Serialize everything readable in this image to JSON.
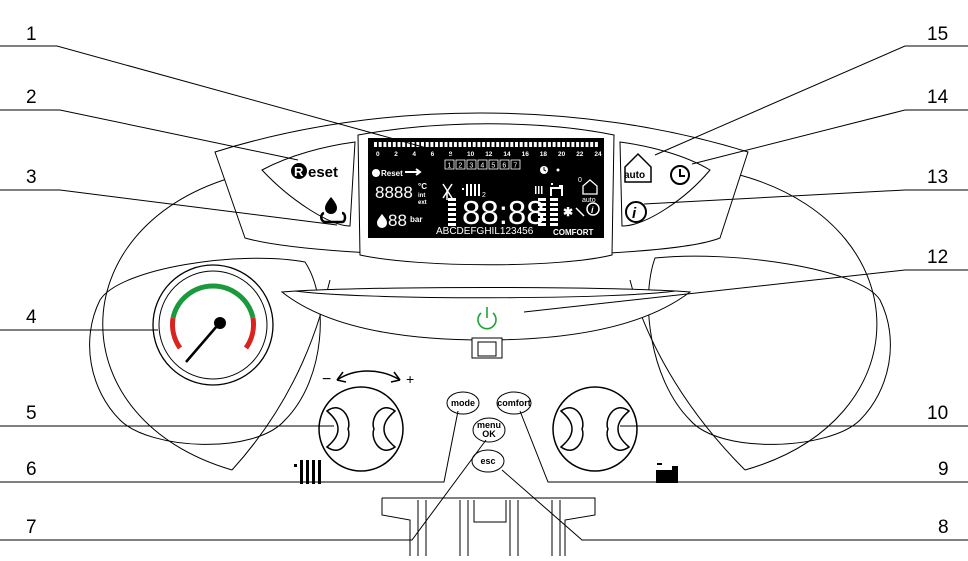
{
  "callouts": {
    "n1": "1",
    "n2": "2",
    "n3": "3",
    "n4": "4",
    "n5": "5",
    "n6": "6",
    "n7": "7",
    "n8": "8",
    "n9": "9",
    "n10": "10",
    "n12": "12",
    "n13": "13",
    "n14": "14",
    "n15": "15"
  },
  "left_panel": {
    "reset_label": "Reset",
    "reset_r": "R",
    "reset_rest": "eset"
  },
  "lcd": {
    "hours": [
      "0",
      "2",
      "4",
      "6",
      "8",
      "10",
      "12",
      "14",
      "16",
      "18",
      "20",
      "22",
      "24"
    ],
    "reset": "Reset",
    "days": [
      "1",
      "2",
      "3",
      "4",
      "5",
      "6",
      "7"
    ],
    "small_digits": "8888",
    "unit_c": "°C",
    "int_label": "int",
    "ext_label": "ext",
    "pressure_digits": "88",
    "bar_label": "bar",
    "big_digits": "88:88",
    "text_line": "ABCDEFGHIL123456",
    "comfort_label": "COMFORT",
    "auto_label": "auto",
    "radiator_sub": "2",
    "zero": "0",
    "info": "i"
  },
  "right_panel": {
    "auto_label": "auto",
    "info": "i"
  },
  "knob_left": {
    "minus": "−",
    "plus": "+"
  },
  "buttons": {
    "mode": "mode",
    "comfort": "comfort",
    "menu_top": "menu",
    "menu_bottom": "OK",
    "esc": "esc"
  },
  "colors": {
    "gauge_green": "#1a9a3c",
    "gauge_red": "#d9231f",
    "power_green": "#1aa53a"
  }
}
